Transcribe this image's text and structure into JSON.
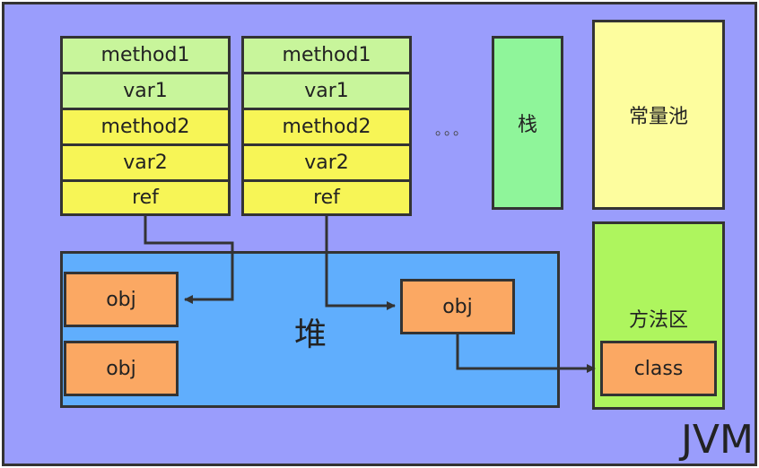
{
  "colors": {
    "jvm_bg": "#9a9dfc",
    "method1_green": "#c8f59b",
    "method2_yellow": "#f7f556",
    "stack_green": "#8ff59a",
    "constant_pool_yellow": "#fdfd9e",
    "method_area_green": "#aef55e",
    "heap_blue": "#60aefd",
    "obj_orange": "#fba863",
    "line": "#333333"
  },
  "jvm_label": "JVM",
  "frames": [
    {
      "rows": [
        "method1",
        "var1",
        "method2",
        "var2",
        "ref"
      ]
    },
    {
      "rows": [
        "method1",
        "var1",
        "method2",
        "var2",
        "ref"
      ]
    }
  ],
  "ellipsis": "。。。",
  "stack_label": "栈",
  "constant_pool_label": "常量池",
  "method_area": {
    "label": "方法区",
    "class_label": "class"
  },
  "heap": {
    "label": "堆",
    "objects": [
      "obj",
      "obj",
      "obj"
    ]
  }
}
